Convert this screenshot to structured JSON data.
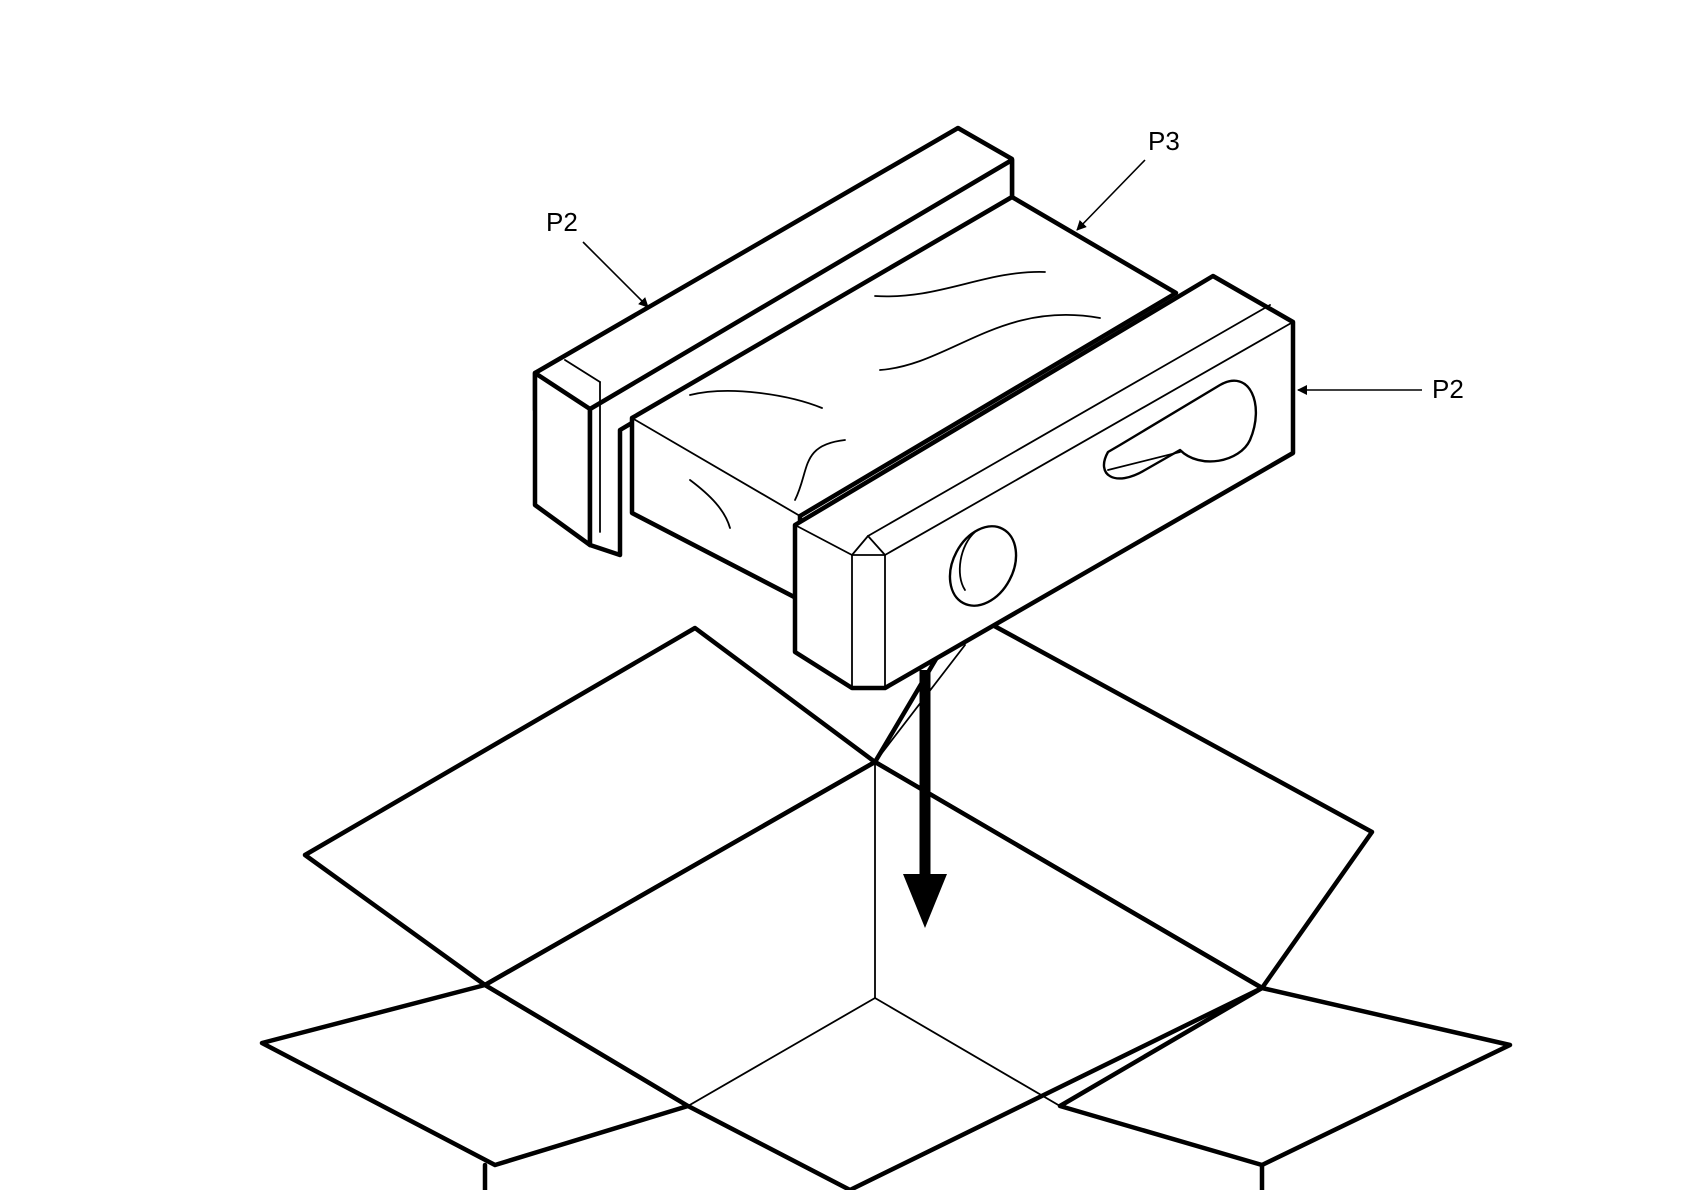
{
  "callouts": {
    "p3_top": "P3",
    "p2_left": "P2",
    "p2_right": "P2"
  }
}
